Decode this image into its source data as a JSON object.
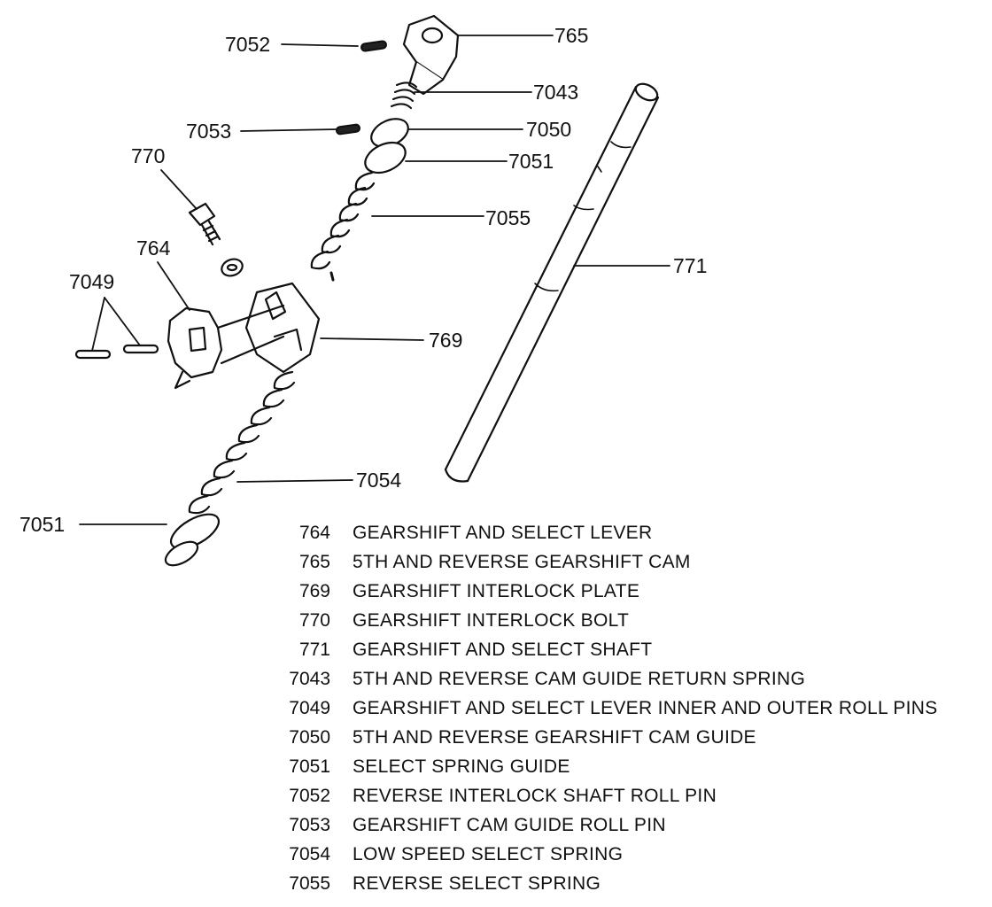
{
  "callouts": {
    "c7052": "7052",
    "c765": "765",
    "c7043": "7043",
    "c7053": "7053",
    "c7050": "7050",
    "c7051_top": "7051",
    "c770": "770",
    "c7055": "7055",
    "c771": "771",
    "c764": "764",
    "c7049": "7049",
    "c769": "769",
    "c7054": "7054",
    "c7051_bottom": "7051"
  },
  "legend": [
    {
      "code": "764",
      "desc": "GEARSHIFT AND SELECT LEVER"
    },
    {
      "code": "765",
      "desc": "5TH AND REVERSE GEARSHIFT CAM"
    },
    {
      "code": "769",
      "desc": "GEARSHIFT INTERLOCK PLATE"
    },
    {
      "code": "770",
      "desc": "GEARSHIFT INTERLOCK BOLT"
    },
    {
      "code": "771",
      "desc": "GEARSHIFT AND SELECT SHAFT"
    },
    {
      "code": "7043",
      "desc": "5TH AND REVERSE CAM GUIDE RETURN SPRING"
    },
    {
      "code": "7049",
      "desc": "GEARSHIFT AND SELECT LEVER INNER AND OUTER ROLL PINS"
    },
    {
      "code": "7050",
      "desc": "5TH AND REVERSE GEARSHIFT CAM GUIDE"
    },
    {
      "code": "7051",
      "desc": "SELECT SPRING GUIDE"
    },
    {
      "code": "7052",
      "desc": "REVERSE INTERLOCK SHAFT ROLL PIN"
    },
    {
      "code": "7053",
      "desc": "GEARSHIFT CAM GUIDE ROLL PIN"
    },
    {
      "code": "7054",
      "desc": "LOW SPEED SELECT SPRING"
    },
    {
      "code": "7055",
      "desc": "REVERSE SELECT SPRING"
    }
  ]
}
